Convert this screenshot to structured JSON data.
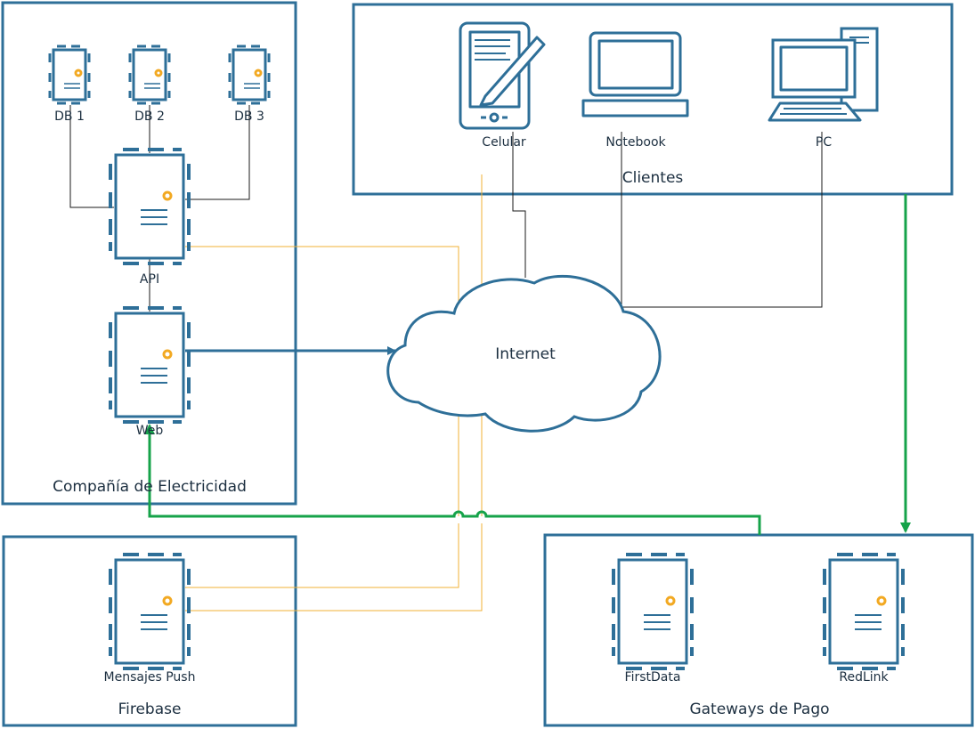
{
  "groups": {
    "company": "Compañía de Electricidad",
    "clients": "Clientes",
    "firebase": "Firebase",
    "gateways": "Gateways de Pago"
  },
  "servers": {
    "db1": "DB 1",
    "db2": "DB 2",
    "db3": "DB 3",
    "api": "API",
    "web": "Web",
    "push": "Mensajes Push",
    "firstdata": "FirstData",
    "redlink": "RedLink"
  },
  "devices": {
    "celular": "Celular",
    "notebook": "Notebook",
    "pc": "PC"
  },
  "cloud": "Internet",
  "colors": {
    "border": "#2e6f98",
    "green_link": "#16a34a",
    "orange_link": "#f2b035",
    "accent_dot": "#f2a922"
  }
}
